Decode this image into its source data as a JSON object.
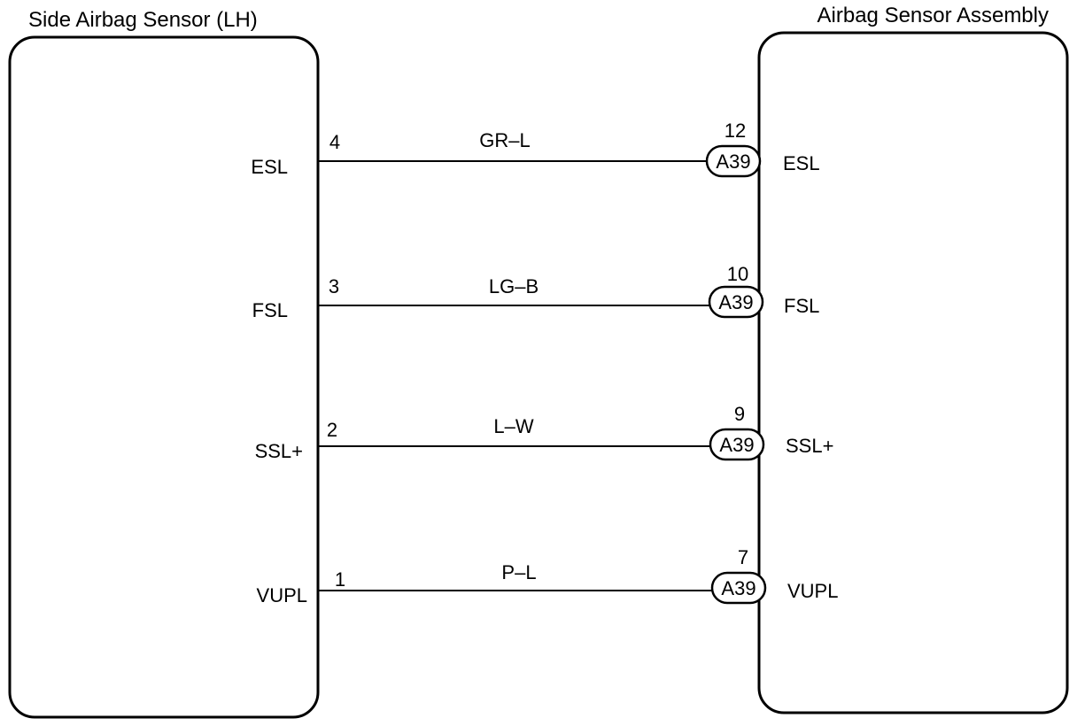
{
  "left_component": {
    "title": "Side Airbag Sensor (LH)"
  },
  "right_component": {
    "title": "Airbag Sensor Assembly"
  },
  "connections": [
    {
      "left_pin": "4",
      "left_terminal": "ESL",
      "wire_color": "GR–L",
      "right_pin": "12",
      "connector": "A39",
      "right_terminal": "ESL"
    },
    {
      "left_pin": "3",
      "left_terminal": "FSL",
      "wire_color": "LG–B",
      "right_pin": "10",
      "connector": "A39",
      "right_terminal": "FSL"
    },
    {
      "left_pin": "2",
      "left_terminal": "SSL+",
      "wire_color": "L–W",
      "right_pin": "9",
      "connector": "A39",
      "right_terminal": "SSL+"
    },
    {
      "left_pin": "1",
      "left_terminal": "VUPL",
      "wire_color": "P–L",
      "right_pin": "7",
      "connector": "A39",
      "right_terminal": "VUPL"
    }
  ]
}
